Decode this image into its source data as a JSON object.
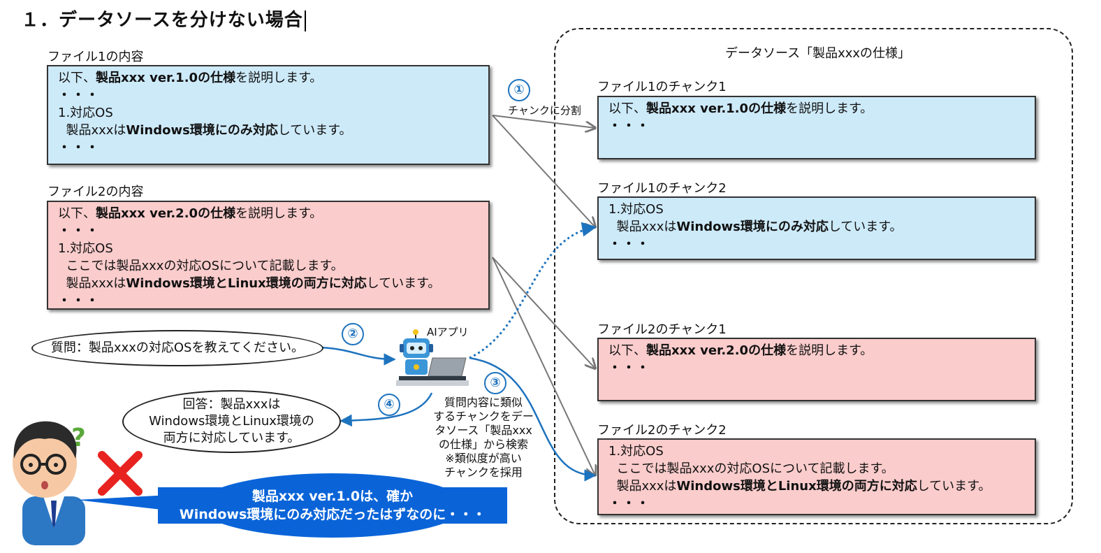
{
  "title": "１．データソースを分けない場合",
  "file1": {
    "label": "ファイル1の内容",
    "line1_pre": "以下、",
    "line1_bold": "製品xxx ver.1.0の仕様",
    "line1_post": "を説明します。",
    "dots": "・・・",
    "line3": "1.対応OS",
    "line4_pre": "  製品xxxは",
    "line4_bold": "Windows環境にのみ対応",
    "line4_post": "しています。"
  },
  "file2": {
    "label": "ファイル2の内容",
    "line1_pre": "以下、",
    "line1_bold": "製品xxx ver.2.0の仕様",
    "line1_post": "を説明します。",
    "dots": "・・・",
    "line3": "1.対応OS",
    "line4": "  ここでは製品xxxの対応OSについて記載します。",
    "line5_pre": "  製品xxxは",
    "line5_bold": "Windows環境とLinux環境の両方に対応",
    "line5_post": "しています。"
  },
  "datasource": {
    "label": "データソース「製品xxxの仕様」",
    "chunks": [
      {
        "label": "ファイル1のチャンク1"
      },
      {
        "label": "ファイル1のチャンク2"
      },
      {
        "label": "ファイル2のチャンク1"
      },
      {
        "label": "ファイル2のチャンク2"
      }
    ]
  },
  "steps": {
    "s1": "①",
    "s1_text": "チャンクに分割",
    "s2": "②",
    "s3": "③",
    "s3_text": [
      "質問内容に類似",
      "するチャンクをデー",
      "タソース「製品xxx",
      "の仕様」から検索",
      "※類似度が高い",
      "チャンクを採用"
    ],
    "s4": "④"
  },
  "ai_label": "AIアプリ",
  "question": "質問：製品xxxの対応OSを教えてください。",
  "answer": [
    "回答：製品xxxは",
    "Windows環境とLinux環境の",
    "両方に対応しています。"
  ],
  "user_speech": [
    "製品xxx ver.1.0は、確か",
    "Windows環境にのみ対応だったはずなのに・・・"
  ],
  "colors": {
    "blue_box": "#cdeaf9",
    "pink_box": "#fbcccc",
    "accent": "#1e73be",
    "speech": "#0a64d8",
    "cross": "#e8231f"
  }
}
